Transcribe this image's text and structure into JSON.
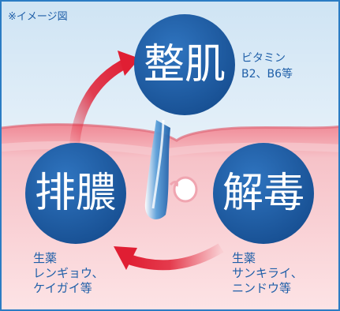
{
  "caption": "※イメージ図",
  "colors": {
    "frame": "#2b7cc4",
    "circle": "#1f5fa8",
    "arrow": "#e01e33",
    "skin": "#f4b6bd",
    "text": "#1f5fa8"
  },
  "nodes": {
    "top": {
      "title": "整肌",
      "note": [
        "ビタミン",
        "B2、B6等"
      ]
    },
    "left": {
      "title": "排膿",
      "note": [
        "生薬",
        "レンギョウ、",
        "ケイガイ等"
      ]
    },
    "right": {
      "title": "解毒",
      "note": [
        "生薬",
        "サンキライ、",
        "ニンドウ等"
      ]
    }
  }
}
